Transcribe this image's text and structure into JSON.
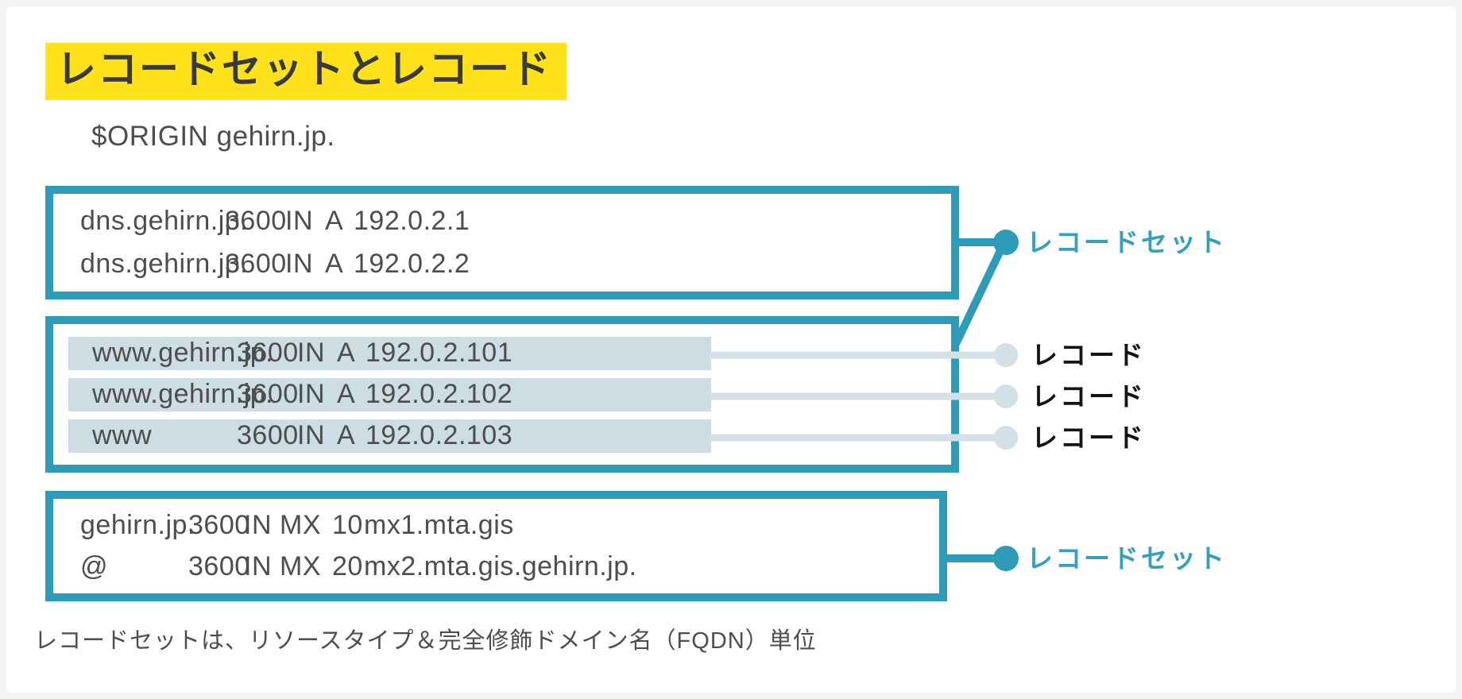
{
  "page": {
    "title": "レコードセットとレコード",
    "origin_line": "$ORIGIN gehirn.jp.",
    "caption": "レコードセットは、リソースタイプ＆完全修飾ドメイン名（FQDN）単位"
  },
  "colors": {
    "accent_teal": "#2E9CB8",
    "row_highlight": "#CCDDE3",
    "connector_gray": "#D3E0E5",
    "title_highlight_yellow": "#FFE21B",
    "code_text": "#4D4D4D",
    "page_background": "#F2F3F4"
  },
  "boxes": [
    {
      "rows": [
        {
          "name": "dns.gehirn.jp.",
          "ttl": "3600",
          "class": "IN",
          "type": "A",
          "value": "192.0.2.1"
        },
        {
          "name": "dns.gehirn.jp.",
          "ttl": "3600",
          "class": "IN",
          "type": "A",
          "value": "192.0.2.2"
        }
      ]
    },
    {
      "rows": [
        {
          "name": "www.gehirn.jp.",
          "ttl": "3600",
          "class": "IN",
          "type": "A",
          "value": "192.0.2.101"
        },
        {
          "name": "www.gehirn.jp.",
          "ttl": "3600",
          "class": "IN",
          "type": "A",
          "value": "192.0.2.102"
        },
        {
          "name": "www",
          "ttl": "3600",
          "class": "IN",
          "type": "A",
          "value": "192.0.2.103"
        }
      ]
    },
    {
      "rows": [
        {
          "name": "gehirn.jp.",
          "ttl": "3600",
          "class": "IN",
          "type": "MX",
          "pref": "10",
          "value": "mx1.mta.gis"
        },
        {
          "name": "@",
          "ttl": "3600",
          "class": "IN",
          "type": "MX",
          "pref": "20",
          "value": "mx2.mta.gis.gehirn.jp."
        }
      ]
    }
  ],
  "annotations": {
    "record_set_top": "レコードセット",
    "records": [
      "レコード",
      "レコード",
      "レコード"
    ],
    "record_set_bottom": "レコードセット"
  }
}
